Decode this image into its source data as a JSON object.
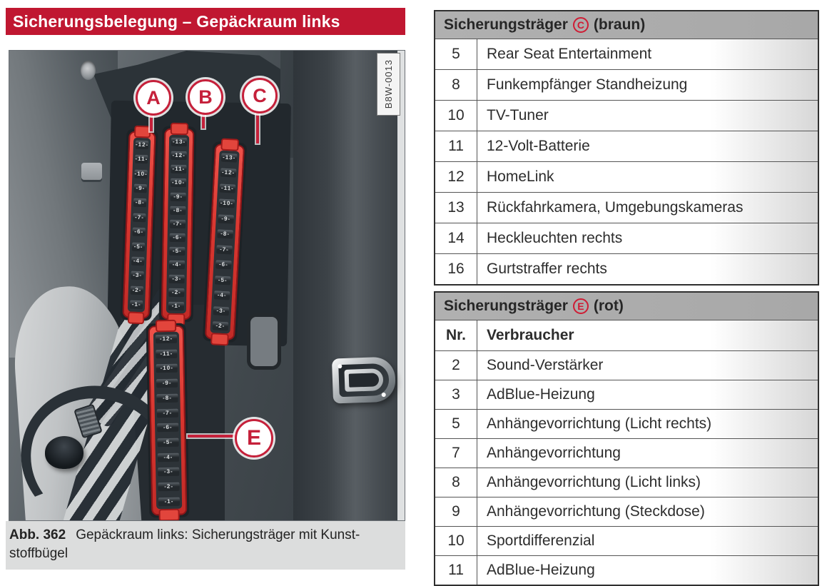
{
  "figure": {
    "title": "Sicherungsbelegung – Gepäckraum links",
    "image_code": "B8W-0013",
    "caption_label": "Abb. 362",
    "caption_line1": "Gepäckraum links: Sicherungsträger mit Kunst-",
    "caption_line2": "stoffbügel",
    "carriers": [
      {
        "letter": "A",
        "fuses": [
          "12",
          "11",
          "10",
          "9",
          "8",
          "7",
          "6",
          "5",
          "4",
          "3",
          "2",
          "1"
        ]
      },
      {
        "letter": "B",
        "fuses": [
          "13",
          "12",
          "11",
          "10",
          "9",
          "8",
          "7",
          "6",
          "5",
          "4",
          "3",
          "2",
          "1"
        ]
      },
      {
        "letter": "C",
        "fuses": [
          "13",
          "12",
          "11",
          "10",
          "9",
          "8",
          "7",
          "6",
          "5",
          "4",
          "3",
          "2"
        ]
      },
      {
        "letter": "E",
        "fuses": [
          "12",
          "11",
          "10",
          "9",
          "8",
          "7",
          "6",
          "5",
          "4",
          "3",
          "2",
          "1"
        ]
      }
    ]
  },
  "tables": [
    {
      "title_prefix": "Sicherungsträger",
      "circle_letter": "C",
      "title_suffix": "(braun)",
      "columns": null,
      "rows": [
        [
          "5",
          "Rear Seat Entertainment"
        ],
        [
          "8",
          "Funkempfänger Standheizung"
        ],
        [
          "10",
          "TV-Tuner"
        ],
        [
          "11",
          "12-Volt-Batterie"
        ],
        [
          "12",
          "HomeLink"
        ],
        [
          "13",
          "Rückfahrkamera, Umgebungskameras"
        ],
        [
          "14",
          "Heckleuchten rechts"
        ],
        [
          "16",
          "Gurtstraffer rechts"
        ]
      ]
    },
    {
      "title_prefix": "Sicherungsträger",
      "circle_letter": "E",
      "title_suffix": "(rot)",
      "columns": [
        "Nr.",
        "Verbraucher"
      ],
      "rows": [
        [
          "2",
          "Sound-Verstärker"
        ],
        [
          "3",
          "AdBlue-Heizung"
        ],
        [
          "5",
          "Anhängevorrichtung (Licht rechts)"
        ],
        [
          "7",
          "Anhängevorrichtung"
        ],
        [
          "8",
          "Anhängevorrichtung (Licht links)"
        ],
        [
          "9",
          "Anhängevorrichtung (Steckdose)"
        ],
        [
          "10",
          "Sportdifferenzial"
        ],
        [
          "11",
          "AdBlue-Heizung"
        ]
      ]
    }
  ],
  "colors": {
    "title_bar_bg": "#c01731",
    "accent_red": "#c5203a",
    "table_header_bg": "#ababab"
  }
}
